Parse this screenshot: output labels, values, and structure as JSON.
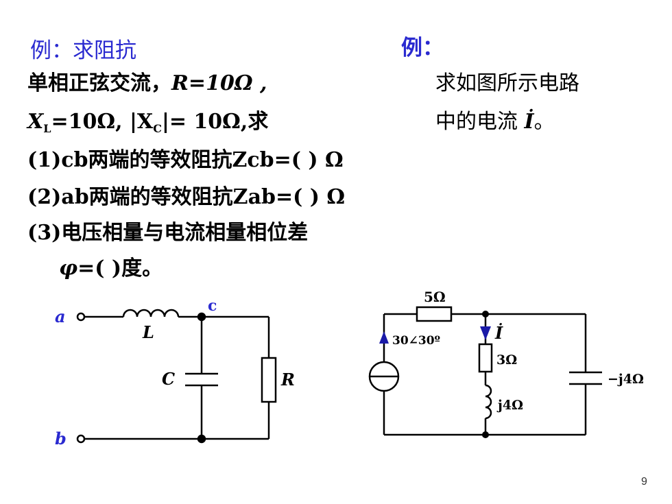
{
  "left": {
    "title": "例：求阻抗",
    "lines": [
      "单相正弦交流，",
      "R=10Ω ,",
      "X",
      "L",
      "=10Ω, |X",
      "C",
      "|= 10Ω,求",
      "(1)cb两端的等效阻抗Zcb=( ) Ω",
      "(2)ab两端的等效阻抗Zab=( ) Ω",
      "(3)电压相量与电流相量相位差",
      "φ",
      "=( )度。"
    ]
  },
  "right": {
    "title": "例：",
    "line1": "求如图所示电路",
    "line2": "中的电流",
    "current_symbol": "İ",
    "line2_end": "。"
  },
  "circuit1": {
    "node_a": "a",
    "node_b": "b",
    "node_c": "c",
    "inductor": "L",
    "capacitor": "C",
    "resistor": "R"
  },
  "circuit2": {
    "r_series": "5Ω",
    "source": "30∠30º",
    "current": "İ",
    "r_branch": "3Ω",
    "l_branch": "j4Ω",
    "c_branch": "−j4Ω"
  },
  "page_number": "9",
  "colors": {
    "accent": "#2a2ad0",
    "wire": "#000000"
  }
}
